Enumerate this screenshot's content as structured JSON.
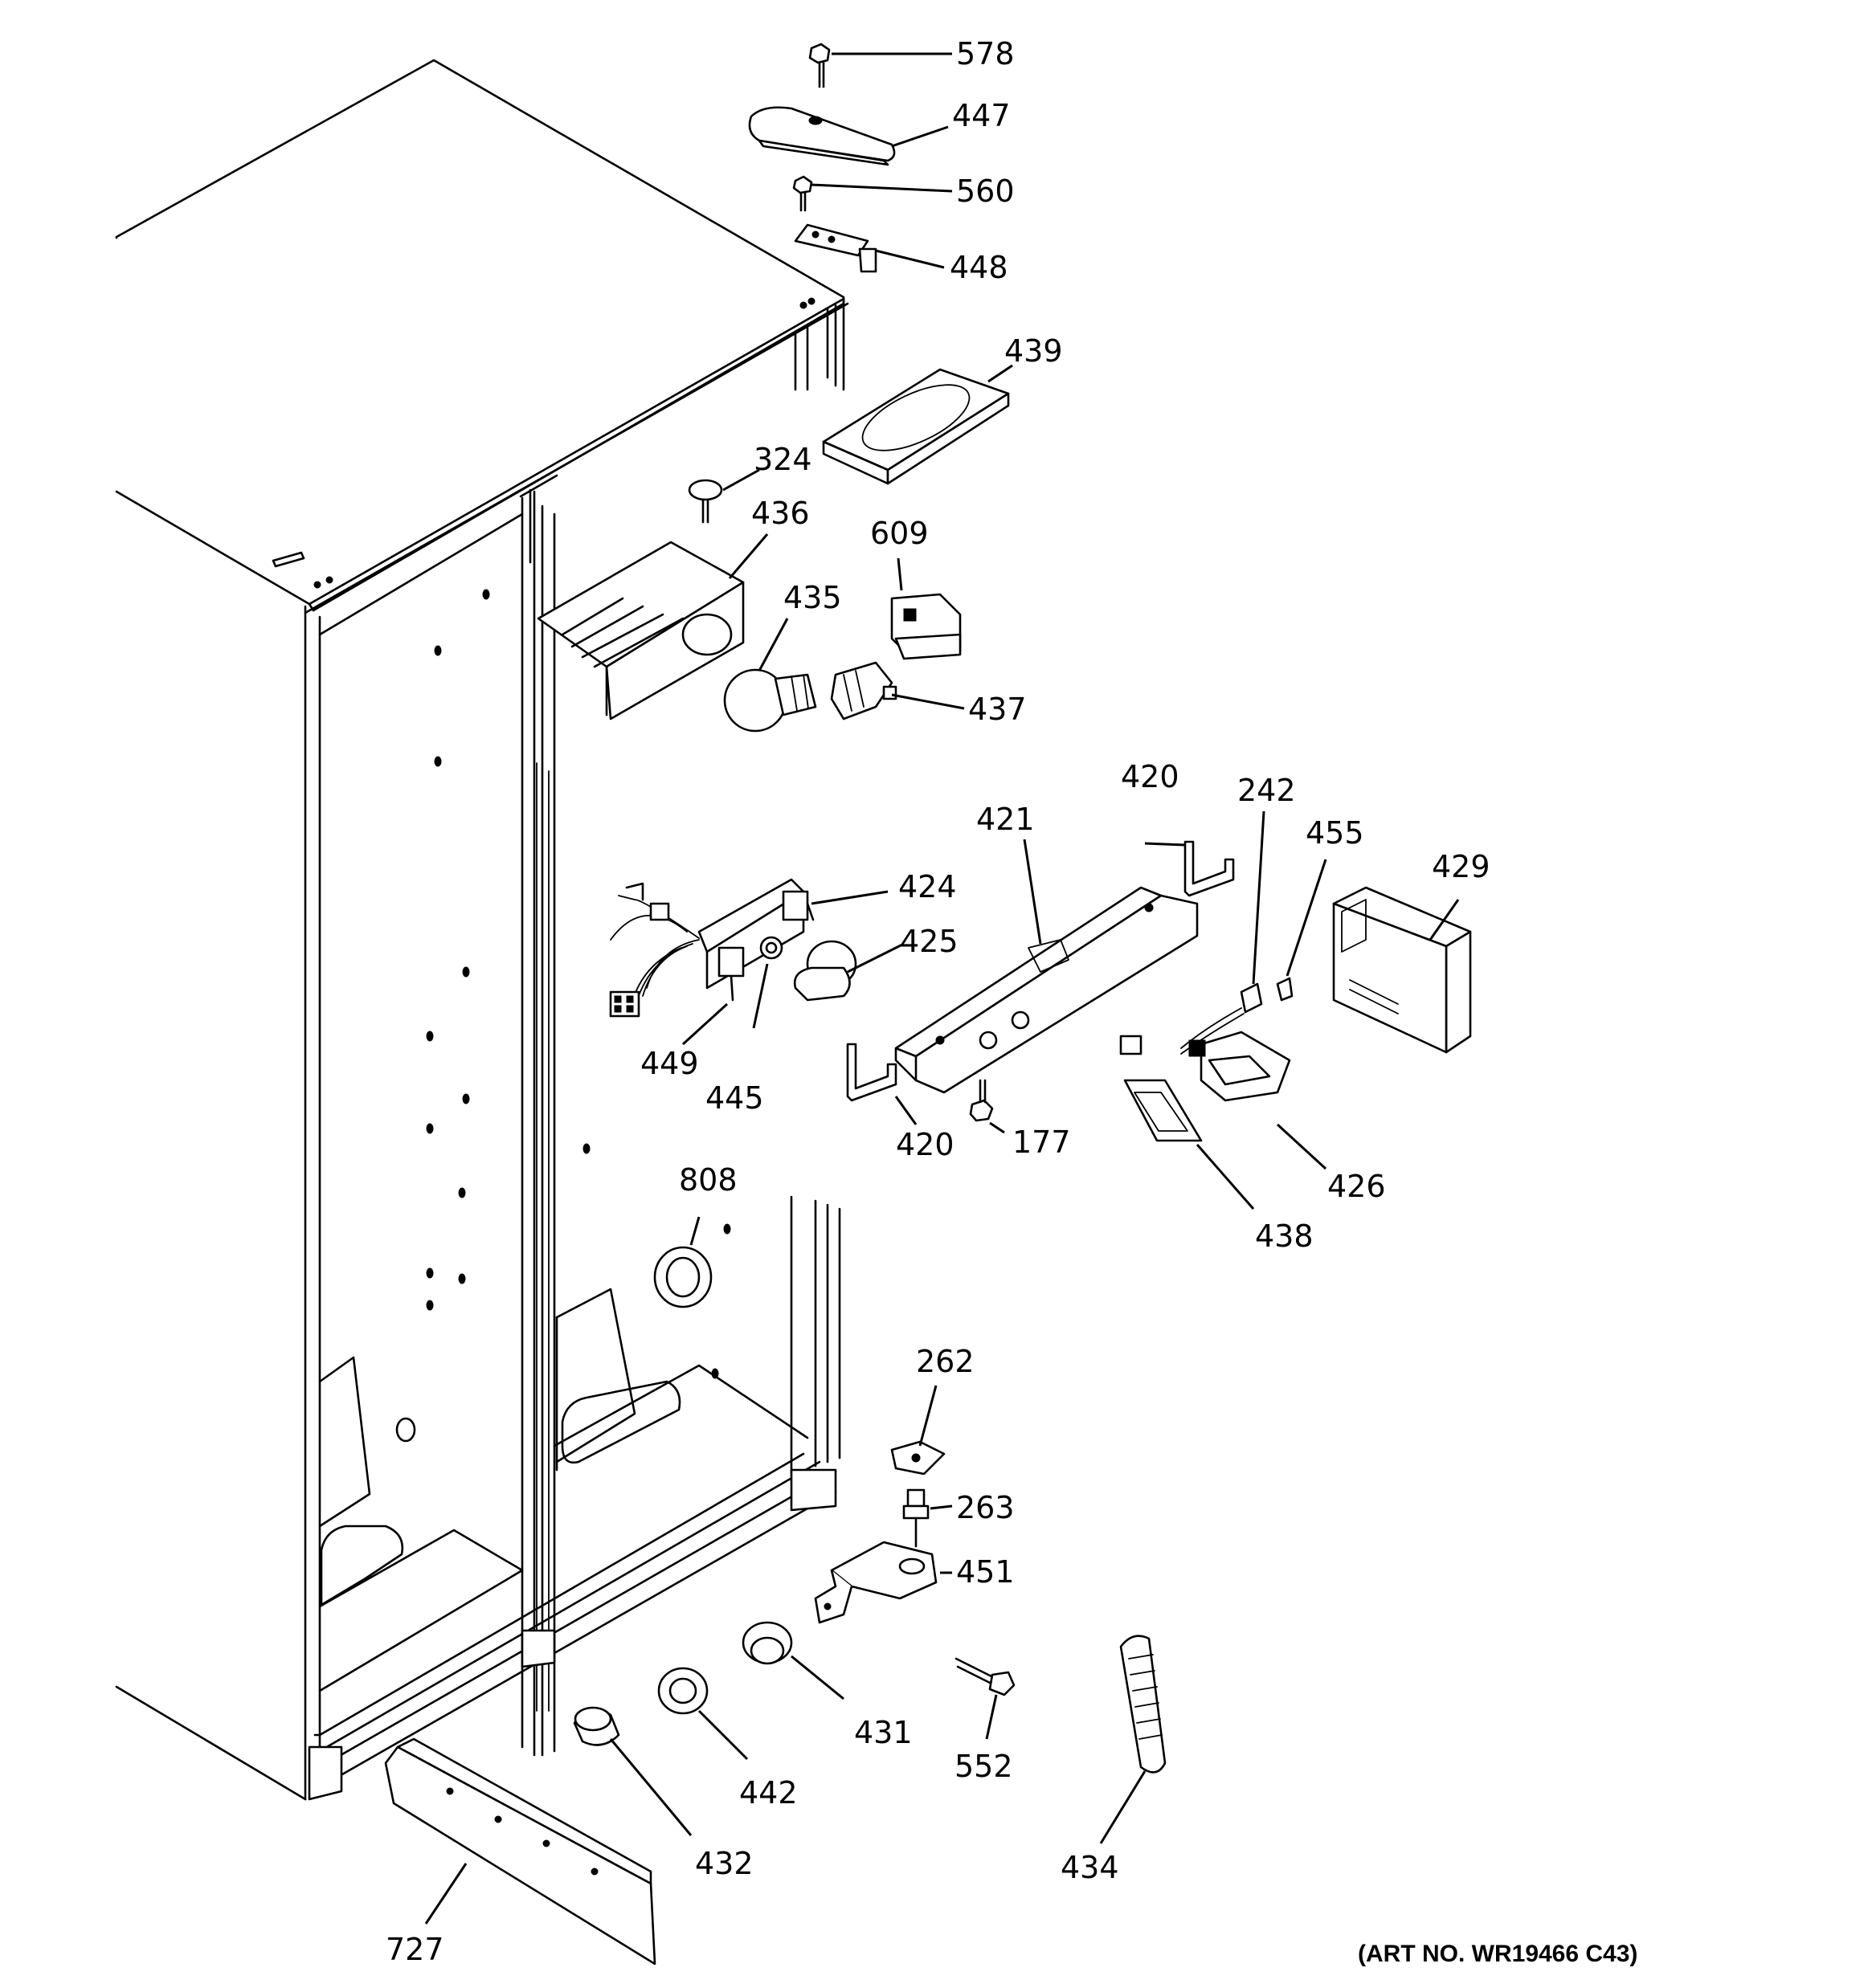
{
  "diagram": {
    "art_number": "(ART NO. WR19466 C43)",
    "callouts": [
      {
        "id": "578",
        "text": "578"
      },
      {
        "id": "447",
        "text": "447"
      },
      {
        "id": "560",
        "text": "560"
      },
      {
        "id": "448",
        "text": "448"
      },
      {
        "id": "439",
        "text": "439"
      },
      {
        "id": "324",
        "text": "324"
      },
      {
        "id": "436",
        "text": "436"
      },
      {
        "id": "609",
        "text": "609"
      },
      {
        "id": "435",
        "text": "435"
      },
      {
        "id": "437",
        "text": "437"
      },
      {
        "id": "420a",
        "text": "420"
      },
      {
        "id": "242",
        "text": "242"
      },
      {
        "id": "421",
        "text": "421"
      },
      {
        "id": "455",
        "text": "455"
      },
      {
        "id": "429",
        "text": "429"
      },
      {
        "id": "424",
        "text": "424"
      },
      {
        "id": "425",
        "text": "425"
      },
      {
        "id": "449",
        "text": "449"
      },
      {
        "id": "445",
        "text": "445"
      },
      {
        "id": "420b",
        "text": "420"
      },
      {
        "id": "177",
        "text": "177"
      },
      {
        "id": "426",
        "text": "426"
      },
      {
        "id": "438",
        "text": "438"
      },
      {
        "id": "808",
        "text": "808"
      },
      {
        "id": "262",
        "text": "262"
      },
      {
        "id": "263",
        "text": "263"
      },
      {
        "id": "451",
        "text": "451"
      },
      {
        "id": "431",
        "text": "431"
      },
      {
        "id": "442",
        "text": "442"
      },
      {
        "id": "552",
        "text": "552"
      },
      {
        "id": "432",
        "text": "432"
      },
      {
        "id": "434",
        "text": "434"
      },
      {
        "id": "727",
        "text": "727"
      }
    ]
  }
}
